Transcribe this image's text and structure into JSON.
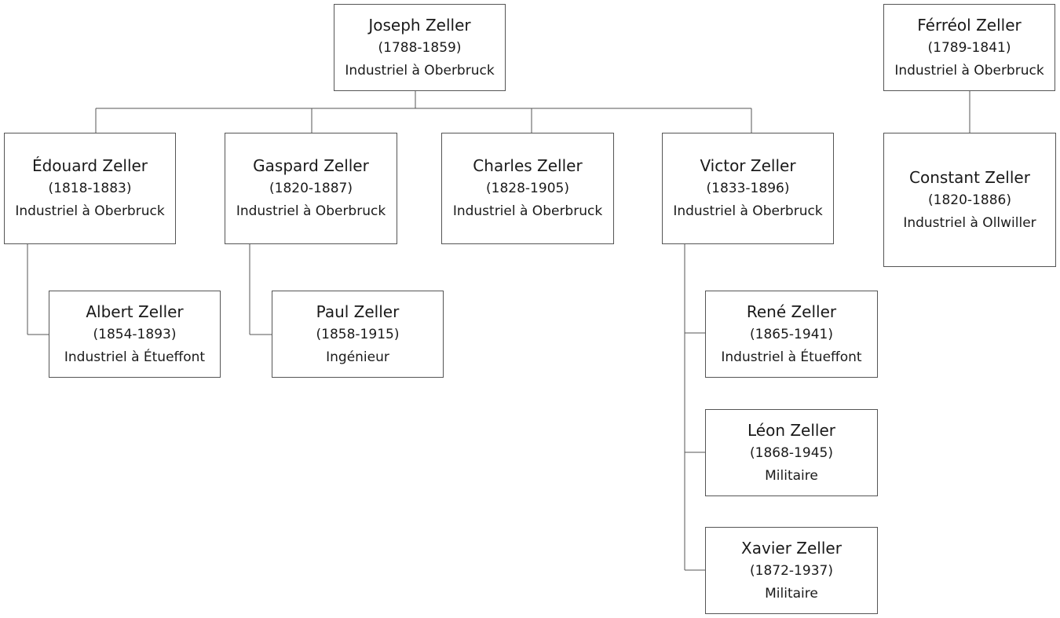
{
  "people": [
    {
      "id": "joseph",
      "name": "Joseph Zeller",
      "dates": "(1788-1859)",
      "role": "Industriel à Oberbruck"
    },
    {
      "id": "ferreol",
      "name": "Férréol Zeller",
      "dates": "(1789-1841)",
      "role": "Industriel à Oberbruck"
    },
    {
      "id": "edouard",
      "name": "Édouard Zeller",
      "dates": "(1818-1883)",
      "role": "Industriel à Oberbruck"
    },
    {
      "id": "gaspard",
      "name": "Gaspard Zeller",
      "dates": "(1820-1887)",
      "role": "Industriel à Oberbruck"
    },
    {
      "id": "charles",
      "name": "Charles Zeller",
      "dates": "(1828-1905)",
      "role": "Industriel à Oberbruck"
    },
    {
      "id": "victor",
      "name": "Victor Zeller",
      "dates": "(1833-1896)",
      "role": "Industriel à Oberbruck"
    },
    {
      "id": "constant",
      "name": "Constant Zeller",
      "dates": "(1820-1886)",
      "role": "Industriel à Ollwiller"
    },
    {
      "id": "albert",
      "name": "Albert Zeller",
      "dates": "(1854-1893)",
      "role": "Industriel à Étueffont"
    },
    {
      "id": "paul",
      "name": "Paul Zeller",
      "dates": "(1858-1915)",
      "role": "Ingénieur"
    },
    {
      "id": "rene",
      "name": "René Zeller",
      "dates": "(1865-1941)",
      "role": "Industriel à Étueffont"
    },
    {
      "id": "leon",
      "name": "Léon Zeller",
      "dates": "(1868-1945)",
      "role": "Militaire"
    },
    {
      "id": "xavier",
      "name": "Xavier Zeller",
      "dates": "(1872-1937)",
      "role": "Militaire"
    }
  ],
  "relations": [
    {
      "parent": "joseph",
      "children": [
        "edouard",
        "gaspard",
        "charles",
        "victor"
      ]
    },
    {
      "parent": "ferreol",
      "children": [
        "constant"
      ]
    },
    {
      "parent": "edouard",
      "children": [
        "albert"
      ]
    },
    {
      "parent": "gaspard",
      "children": [
        "paul"
      ]
    },
    {
      "parent": "victor",
      "children": [
        "rene",
        "leon",
        "xavier"
      ]
    }
  ]
}
